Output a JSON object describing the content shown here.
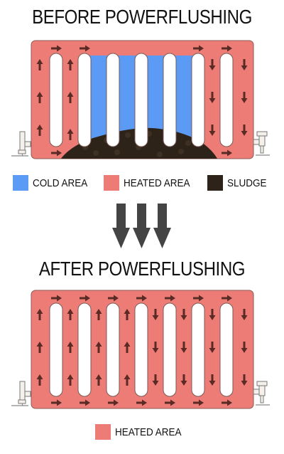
{
  "before": {
    "title": "BEFORE POWERFLUSHING",
    "legend": [
      {
        "label": "COLD AREA",
        "color": "#5b9bf5"
      },
      {
        "label": "HEATED AREA",
        "color": "#ee7c76"
      },
      {
        "label": "SLUDGE",
        "color": "#2d2319"
      }
    ]
  },
  "after": {
    "title": "AFTER POWERFLUSHING",
    "legend": [
      {
        "label": "HEATED AREA",
        "color": "#ee7c76"
      }
    ]
  },
  "colors": {
    "heated": "#ee7c76",
    "cold": "#5b9bf5",
    "sludge": "#2d2319",
    "arrow": "#5a2a24",
    "transition_arrows": "#444444"
  },
  "icons": {
    "valve": "radiator-valve-icon",
    "arrow": "flow-arrow-icon",
    "down": "down-arrow-icon"
  }
}
